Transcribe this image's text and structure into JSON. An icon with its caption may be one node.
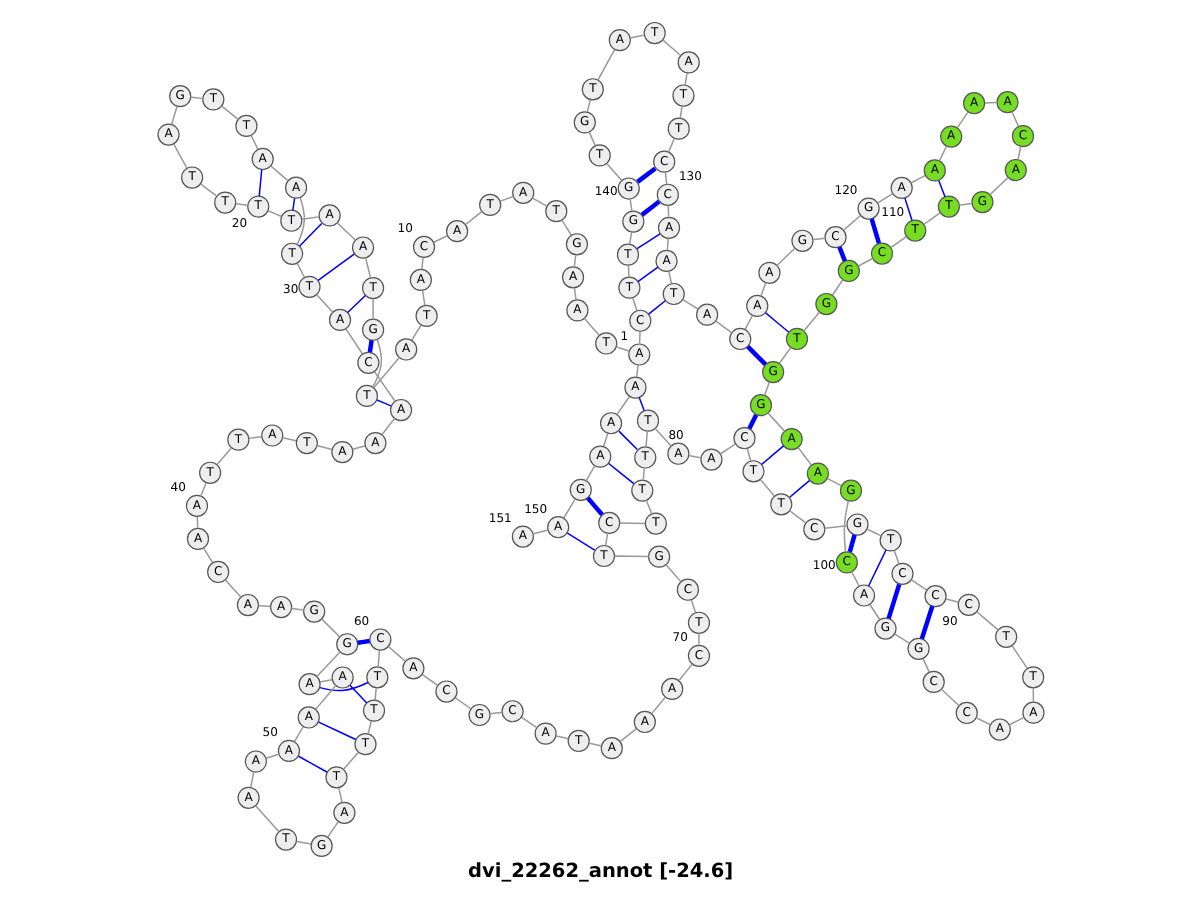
{
  "diagram": {
    "title": "dvi_22262_annot [-24.6]",
    "nodes": [
      {
        "text": [
          "A"
        ],
        "beside": [
          "1"
        ]
      },
      {
        "text": [
          "T"
        ]
      },
      {
        "text": [
          "A"
        ]
      },
      {
        "text": [
          "A"
        ]
      },
      {
        "text": [
          "G"
        ]
      },
      {
        "text": [
          "T"
        ]
      },
      {
        "text": [
          "A"
        ]
      },
      {
        "text": [
          "T"
        ]
      },
      {
        "text": [
          "A"
        ]
      },
      {
        "text": [
          "C"
        ],
        "beside": [
          "10"
        ]
      },
      {
        "text": [
          "A"
        ]
      },
      {
        "text": [
          "T"
        ]
      },
      {
        "text": [
          "A"
        ]
      },
      {
        "text": [
          "T"
        ]
      },
      {
        "text": [
          "G"
        ]
      },
      {
        "text": [
          "T"
        ]
      },
      {
        "text": [
          "A"
        ]
      },
      {
        "text": [
          "A"
        ]
      },
      {
        "text": [
          "T"
        ]
      },
      {
        "text": [
          "T"
        ],
        "beside": [
          "20"
        ]
      },
      {
        "text": [
          "T"
        ]
      },
      {
        "text": [
          "T"
        ]
      },
      {
        "text": [
          "A"
        ]
      },
      {
        "text": [
          "G"
        ]
      },
      {
        "text": [
          "T"
        ]
      },
      {
        "text": [
          "T"
        ]
      },
      {
        "text": [
          "A"
        ]
      },
      {
        "text": [
          "A"
        ]
      },
      {
        "text": [
          "T"
        ]
      },
      {
        "text": [
          "T"
        ],
        "beside": [
          "30"
        ]
      },
      {
        "text": [
          "A"
        ]
      },
      {
        "text": [
          "C"
        ]
      },
      {
        "text": [
          "A"
        ]
      },
      {
        "text": [
          "A"
        ]
      },
      {
        "text": [
          "A"
        ]
      },
      {
        "text": [
          "T"
        ]
      },
      {
        "text": [
          "A"
        ]
      },
      {
        "text": [
          "T"
        ]
      },
      {
        "text": [
          "T"
        ]
      },
      {
        "text": [
          "A"
        ],
        "beside": [
          "40"
        ]
      },
      {
        "text": [
          "A"
        ]
      },
      {
        "text": [
          "C"
        ]
      },
      {
        "text": [
          "A"
        ]
      },
      {
        "text": [
          "A"
        ]
      },
      {
        "text": [
          "G"
        ]
      },
      {
        "text": [
          "G"
        ]
      },
      {
        "text": [
          "A"
        ]
      },
      {
        "text": [
          "A"
        ]
      },
      {
        "text": [
          "A"
        ]
      },
      {
        "text": [
          "A"
        ],
        "beside": [
          "50"
        ]
      },
      {
        "text": [
          "A"
        ]
      },
      {
        "text": [
          "A"
        ]
      },
      {
        "text": [
          "T"
        ]
      },
      {
        "text": [
          "G"
        ]
      },
      {
        "text": [
          "A"
        ]
      },
      {
        "text": [
          "T"
        ]
      },
      {
        "text": [
          "T"
        ]
      },
      {
        "text": [
          "T"
        ]
      },
      {
        "text": [
          "T"
        ]
      },
      {
        "text": [
          "C"
        ],
        "beside": [
          "60"
        ]
      },
      {
        "text": [
          "A"
        ]
      },
      {
        "text": [
          "C"
        ]
      },
      {
        "text": [
          "G"
        ]
      },
      {
        "text": [
          "C"
        ]
      },
      {
        "text": [
          "A"
        ]
      },
      {
        "text": [
          "T"
        ]
      },
      {
        "text": [
          "A"
        ]
      },
      {
        "text": [
          "A"
        ]
      },
      {
        "text": [
          "A"
        ]
      },
      {
        "text": [
          "C"
        ],
        "beside": [
          "70"
        ]
      },
      {
        "text": [
          "T"
        ]
      },
      {
        "text": [
          "C"
        ]
      },
      {
        "text": [
          "G"
        ]
      },
      {
        "text": [
          "T"
        ]
      },
      {
        "text": [
          "C"
        ]
      },
      {
        "text": [
          "T"
        ]
      },
      {
        "text": [
          "T"
        ]
      },
      {
        "text": [
          "T"
        ]
      },
      {
        "text": [
          "T"
        ]
      },
      {
        "text": [
          "A"
        ],
        "beside": [
          "80"
        ]
      },
      {
        "text": [
          "A"
        ]
      },
      {
        "text": [
          "C"
        ]
      },
      {
        "text": [
          "T"
        ]
      },
      {
        "text": [
          "T"
        ]
      },
      {
        "text": [
          "C"
        ]
      },
      {
        "text": [
          "G"
        ]
      },
      {
        "text": [
          "T"
        ]
      },
      {
        "text": [
          "C"
        ]
      },
      {
        "text": [
          "C"
        ]
      },
      {
        "text": [
          "C"
        ],
        "beside": [
          "90"
        ]
      },
      {
        "text": [
          "T"
        ]
      },
      {
        "text": [
          "T"
        ]
      },
      {
        "text": [
          "A"
        ]
      },
      {
        "text": [
          "A"
        ]
      },
      {
        "text": [
          "C"
        ]
      },
      {
        "text": [
          "C"
        ]
      },
      {
        "text": [
          "G"
        ]
      },
      {
        "text": [
          "G"
        ]
      },
      {
        "text": [
          "A"
        ]
      },
      {
        "text": [
          "C"
        ],
        "beside": [
          "100"
        ]
      },
      {
        "text": [
          "G"
        ]
      },
      {
        "text": [
          "A"
        ]
      },
      {
        "text": [
          "A"
        ]
      },
      {
        "text": [
          "G"
        ]
      },
      {
        "text": [
          "G"
        ]
      },
      {
        "text": [
          "T"
        ]
      },
      {
        "text": [
          "G"
        ]
      },
      {
        "text": [
          "G"
        ]
      },
      {
        "text": [
          "C"
        ]
      },
      {
        "text": [
          "T"
        ],
        "beside": [
          "110"
        ]
      },
      {
        "text": [
          "T"
        ]
      },
      {
        "text": [
          "G"
        ]
      },
      {
        "text": [
          "A"
        ]
      },
      {
        "text": [
          "C"
        ]
      },
      {
        "text": [
          "A"
        ]
      },
      {
        "text": [
          "A"
        ]
      },
      {
        "text": [
          "A"
        ]
      },
      {
        "text": [
          "A"
        ]
      },
      {
        "text": [
          "A"
        ]
      },
      {
        "text": [
          "G"
        ],
        "beside": [
          "120"
        ]
      },
      {
        "text": [
          "C"
        ]
      },
      {
        "text": [
          "G"
        ]
      },
      {
        "text": [
          "A"
        ]
      },
      {
        "text": [
          "A"
        ]
      },
      {
        "text": [
          "C"
        ]
      },
      {
        "text": [
          "A"
        ]
      },
      {
        "text": [
          "T"
        ]
      },
      {
        "text": [
          "A"
        ]
      },
      {
        "text": [
          "A"
        ]
      },
      {
        "text": [
          "C"
        ],
        "beside": [
          "130"
        ]
      },
      {
        "text": [
          "C"
        ]
      },
      {
        "text": [
          "T"
        ]
      },
      {
        "text": [
          "T"
        ]
      },
      {
        "text": [
          "A"
        ]
      },
      {
        "text": [
          "T"
        ]
      },
      {
        "text": [
          "A"
        ]
      },
      {
        "text": [
          "T"
        ]
      },
      {
        "text": [
          "G"
        ]
      },
      {
        "text": [
          "T"
        ]
      },
      {
        "text": [
          "G"
        ],
        "beside": [
          "140"
        ]
      },
      {
        "text": [
          "G"
        ]
      },
      {
        "text": [
          "T"
        ]
      },
      {
        "text": [
          "T"
        ]
      },
      {
        "text": [
          "C"
        ]
      },
      {
        "text": [
          "A"
        ]
      },
      {
        "text": [
          "A"
        ]
      },
      {
        "text": [
          "A"
        ]
      },
      {
        "text": [
          "G"
        ]
      },
      {
        "text": [
          "A"
        ],
        "beside": [
          "150"
        ]
      },
      {
        "text": [
          "A"
        ],
        "beside": [
          "151"
        ]
      }
    ],
    "edges": [
      {
        "from": 0,
        "to": 1,
        "arrow": "none"
      },
      {
        "from": 1,
        "to": 2,
        "arrow": "none"
      },
      {
        "from": 2,
        "to": 3,
        "arrow": "none"
      },
      {
        "from": 3,
        "to": 4,
        "arrow": "none"
      },
      {
        "from": 4,
        "to": 5,
        "arrow": "none"
      },
      {
        "from": 5,
        "to": 6,
        "arrow": "none"
      },
      {
        "from": 6,
        "to": 7,
        "arrow": "none"
      },
      {
        "from": 7,
        "to": 8,
        "arrow": "none"
      },
      {
        "from": 8,
        "to": 9,
        "arrow": "none"
      },
      {
        "from": 9,
        "to": 10,
        "arrow": "none"
      },
      {
        "from": 10,
        "to": 11,
        "arrow": "none"
      },
      {
        "from": 11,
        "to": 12,
        "arrow": "none"
      },
      {
        "from": 12,
        "to": 13,
        "arrow": "none"
      },
      {
        "from": 13,
        "to": 14,
        "arrow": "none"
      },
      {
        "from": 14,
        "to": 15,
        "arrow": "none"
      },
      {
        "from": 15,
        "to": 16,
        "arrow": "none"
      },
      {
        "from": 16,
        "to": 17,
        "arrow": "none"
      },
      {
        "from": 17,
        "to": 18,
        "arrow": "none"
      },
      {
        "from": 18,
        "to": 19,
        "arrow": "none"
      },
      {
        "from": 19,
        "to": 20,
        "arrow": "none"
      },
      {
        "from": 20,
        "to": 21,
        "arrow": "none"
      },
      {
        "from": 21,
        "to": 22,
        "arrow": "none"
      },
      {
        "from": 22,
        "to": 23,
        "arrow": "none"
      },
      {
        "from": 23,
        "to": 24,
        "arrow": "none"
      },
      {
        "from": 24,
        "to": 25,
        "arrow": "none"
      },
      {
        "from": 25,
        "to": 26,
        "arrow": "none"
      },
      {
        "from": 26,
        "to": 27,
        "arrow": "none"
      },
      {
        "from": 27,
        "to": 28,
        "arrow": "none"
      },
      {
        "from": 28,
        "to": 29,
        "arrow": "none"
      },
      {
        "from": 29,
        "to": 30,
        "arrow": "none"
      },
      {
        "from": 30,
        "to": 31,
        "arrow": "none"
      },
      {
        "from": 31,
        "to": 32,
        "arrow": "none"
      },
      {
        "from": 32,
        "to": 33,
        "arrow": "none"
      },
      {
        "from": 33,
        "to": 34,
        "arrow": "none"
      },
      {
        "from": 34,
        "to": 35,
        "arrow": "none"
      },
      {
        "from": 35,
        "to": 36,
        "arrow": "none"
      },
      {
        "from": 36,
        "to": 37,
        "arrow": "none"
      },
      {
        "from": 37,
        "to": 38,
        "arrow": "none"
      },
      {
        "from": 38,
        "to": 39,
        "arrow": "none"
      },
      {
        "from": 39,
        "to": 40,
        "arrow": "none"
      },
      {
        "from": 40,
        "to": 41,
        "arrow": "none"
      },
      {
        "from": 41,
        "to": 42,
        "arrow": "none"
      },
      {
        "from": 42,
        "to": 43,
        "arrow": "none"
      },
      {
        "from": 43,
        "to": 44,
        "arrow": "none"
      },
      {
        "from": 44,
        "to": 45,
        "arrow": "none"
      },
      {
        "from": 45,
        "to": 46,
        "arrow": "none"
      },
      {
        "from": 46,
        "to": 47,
        "arrow": "none"
      },
      {
        "from": 47,
        "to": 48,
        "arrow": "none"
      },
      {
        "from": 48,
        "to": 49,
        "arrow": "none"
      },
      {
        "from": 49,
        "to": 50,
        "arrow": "none"
      },
      {
        "from": 50,
        "to": 51,
        "arrow": "none"
      },
      {
        "from": 51,
        "to": 52,
        "arrow": "none"
      },
      {
        "from": 52,
        "to": 53,
        "arrow": "none"
      },
      {
        "from": 53,
        "to": 54,
        "arrow": "none"
      },
      {
        "from": 54,
        "to": 55,
        "arrow": "none"
      },
      {
        "from": 55,
        "to": 56,
        "arrow": "none"
      },
      {
        "from": 56,
        "to": 57,
        "arrow": "none"
      },
      {
        "from": 57,
        "to": 58,
        "arrow": "none"
      },
      {
        "from": 58,
        "to": 59,
        "arrow": "none"
      },
      {
        "from": 59,
        "to": 60,
        "arrow": "none"
      },
      {
        "from": 60,
        "to": 61,
        "arrow": "none"
      },
      {
        "from": 61,
        "to": 62,
        "arrow": "none"
      },
      {
        "from": 62,
        "to": 63,
        "arrow": "none"
      },
      {
        "from": 63,
        "to": 64,
        "arrow": "none"
      },
      {
        "from": 64,
        "to": 65,
        "arrow": "none"
      },
      {
        "from": 65,
        "to": 66,
        "arrow": "none"
      },
      {
        "from": 66,
        "to": 67,
        "arrow": "none"
      },
      {
        "from": 67,
        "to": 68,
        "arrow": "none"
      },
      {
        "from": 68,
        "to": 69,
        "arrow": "none"
      },
      {
        "from": 69,
        "to": 70,
        "arrow": "none"
      },
      {
        "from": 70,
        "to": 71,
        "arrow": "none"
      },
      {
        "from": 71,
        "to": 72,
        "arrow": "none"
      },
      {
        "from": 72,
        "to": 73,
        "arrow": "none"
      },
      {
        "from": 73,
        "to": 74,
        "arrow": "none"
      },
      {
        "from": 74,
        "to": 75,
        "arrow": "none"
      },
      {
        "from": 75,
        "to": 76,
        "arrow": "none"
      },
      {
        "from": 76,
        "to": 77,
        "arrow": "none"
      },
      {
        "from": 77,
        "to": 78,
        "arrow": "none"
      },
      {
        "from": 78,
        "to": 79,
        "arrow": "none"
      },
      {
        "from": 79,
        "to": 80,
        "arrow": "none"
      },
      {
        "from": 80,
        "to": 81,
        "arrow": "none"
      },
      {
        "from": 81,
        "to": 82,
        "arrow": "none"
      },
      {
        "from": 82,
        "to": 83,
        "arrow": "none"
      },
      {
        "from": 83,
        "to": 84,
        "arrow": "none"
      },
      {
        "from": 84,
        "to": 85,
        "arrow": "none"
      },
      {
        "from": 85,
        "to": 86,
        "arrow": "none"
      },
      {
        "from": 86,
        "to": 87,
        "arrow": "none"
      },
      {
        "from": 87,
        "to": 88,
        "arrow": "none"
      },
      {
        "from": 88,
        "to": 89,
        "arrow": "none"
      },
      {
        "from": 89,
        "to": 90,
        "arrow": "none"
      },
      {
        "from": 90,
        "to": 91,
        "arrow": "none"
      },
      {
        "from": 91,
        "to": 92,
        "arrow": "none"
      },
      {
        "from": 92,
        "to": 93,
        "arrow": "none"
      },
      {
        "from": 93,
        "to": 94,
        "arrow": "none"
      },
      {
        "from": 94,
        "to": 95,
        "arrow": "none"
      },
      {
        "from": 95,
        "to": 96,
        "arrow": "none"
      },
      {
        "from": 96,
        "to": 97,
        "arrow": "none"
      },
      {
        "from": 97,
        "to": 98,
        "arrow": "none"
      },
      {
        "from": 98,
        "to": 99,
        "arrow": "none"
      },
      {
        "from": 99,
        "to": 100,
        "arrow": "none"
      },
      {
        "from": 100,
        "to": 101,
        "arrow": "none"
      },
      {
        "from": 101,
        "to": 102,
        "arrow": "none"
      },
      {
        "from": 102,
        "to": 103,
        "arrow": "none"
      },
      {
        "from": 103,
        "to": 104,
        "arrow": "none"
      },
      {
        "from": 104,
        "to": 105,
        "arrow": "none"
      },
      {
        "from": 105,
        "to": 106,
        "arrow": "none"
      },
      {
        "from": 106,
        "to": 107,
        "arrow": "none"
      },
      {
        "from": 107,
        "to": 108,
        "arrow": "none"
      },
      {
        "from": 108,
        "to": 109,
        "arrow": "none"
      },
      {
        "from": 109,
        "to": 110,
        "arrow": "none"
      },
      {
        "from": 110,
        "to": 111,
        "arrow": "none"
      },
      {
        "from": 111,
        "to": 112,
        "arrow": "none"
      },
      {
        "from": 112,
        "to": 113,
        "arrow": "none"
      },
      {
        "from": 113,
        "to": 114,
        "arrow": "none"
      },
      {
        "from": 114,
        "to": 115,
        "arrow": "none"
      },
      {
        "from": 115,
        "to": 116,
        "arrow": "none"
      },
      {
        "from": 116,
        "to": 117,
        "arrow": "none"
      },
      {
        "from": 117,
        "to": 118,
        "arrow": "none"
      },
      {
        "from": 118,
        "to": 119,
        "arrow": "none"
      },
      {
        "from": 119,
        "to": 120,
        "arrow": "none"
      },
      {
        "from": 120,
        "to": 121,
        "arrow": "none"
      },
      {
        "from": 121,
        "to": 122,
        "arrow": "none"
      },
      {
        "from": 122,
        "to": 123,
        "arrow": "none"
      },
      {
        "from": 123,
        "to": 124,
        "arrow": "none"
      },
      {
        "from": 124,
        "to": 125,
        "arrow": "none"
      },
      {
        "from": 125,
        "to": 126,
        "arrow": "none"
      },
      {
        "from": 126,
        "to": 127,
        "arrow": "none"
      },
      {
        "from": 127,
        "to": 128,
        "arrow": "none"
      },
      {
        "from": 128,
        "to": 129,
        "arrow": "none"
      },
      {
        "from": 129,
        "to": 130,
        "arrow": "none"
      },
      {
        "from": 130,
        "to": 131,
        "arrow": "none"
      },
      {
        "from": 131,
        "to": 132,
        "arrow": "none"
      },
      {
        "from": 132,
        "to": 133,
        "arrow": "none"
      },
      {
        "from": 133,
        "to": 134,
        "arrow": "none"
      },
      {
        "from": 134,
        "to": 135,
        "arrow": "none"
      },
      {
        "from": 135,
        "to": 136,
        "arrow": "none"
      },
      {
        "from": 136,
        "to": 137,
        "arrow": "none"
      },
      {
        "from": 137,
        "to": 138,
        "arrow": "none"
      },
      {
        "from": 138,
        "to": 139,
        "arrow": "none"
      },
      {
        "from": 139,
        "to": 140,
        "arrow": "none"
      },
      {
        "from": 140,
        "to": 141,
        "arrow": "none"
      },
      {
        "from": 141,
        "to": 142,
        "arrow": "none"
      },
      {
        "from": 142,
        "to": 143,
        "arrow": "none"
      },
      {
        "from": 143,
        "to": 0,
        "arrow": "none"
      },
      {
        "from": 0,
        "to": 144,
        "arrow": "none"
      },
      {
        "from": 144,
        "to": 145,
        "arrow": "none"
      },
      {
        "from": 145,
        "to": 146,
        "arrow": "none"
      },
      {
        "from": 146,
        "to": 147,
        "arrow": "none"
      },
      {
        "from": 147,
        "to": 148,
        "arrow": "none"
      },
      {
        "from": 148,
        "to": 149,
        "arrow": "none"
      },
      {
        "from": 13,
        "to": 32,
        "arrow": "none",
        "color": "#0000ff"
      },
      {
        "from": 14,
        "to": 31,
        "arrow": "none",
        "color": "#0000ff",
        "style": "thick"
      },
      {
        "from": 15,
        "to": 30,
        "arrow": "none",
        "color": "#0000ff"
      },
      {
        "from": 16,
        "to": 29,
        "arrow": "none",
        "color": "#0000ff"
      },
      {
        "from": 17,
        "to": 28,
        "arrow": "none",
        "color": "#0000ff"
      },
      {
        "from": 18,
        "to": 27,
        "arrow": "none",
        "color": "#0000ff"
      },
      {
        "from": 19,
        "to": 26,
        "arrow": "none",
        "color": "#0000ff"
      },
      {
        "from": 45,
        "to": 59,
        "arrow": "none",
        "color": "#0000ff",
        "style": "thick"
      },
      {
        "from": 46,
        "to": 58,
        "arrow": "none",
        "color": "#0000ff"
      },
      {
        "from": 47,
        "to": 57,
        "arrow": "none",
        "color": "#0000ff"
      },
      {
        "from": 48,
        "to": 56,
        "arrow": "none",
        "color": "#0000ff"
      },
      {
        "from": 49,
        "to": 55,
        "arrow": "none",
        "color": "#0000ff"
      },
      {
        "from": 73,
        "to": 148,
        "arrow": "none",
        "color": "#0000ff"
      },
      {
        "from": 74,
        "to": 147,
        "arrow": "none",
        "color": "#0000ff",
        "style": "thick"
      },
      {
        "from": 76,
        "to": 146,
        "arrow": "none",
        "color": "#0000ff"
      },
      {
        "from": 77,
        "to": 145,
        "arrow": "none",
        "color": "#0000ff"
      },
      {
        "from": 78,
        "to": 144,
        "arrow": "none",
        "color": "#0000ff"
      },
      {
        "from": 81,
        "to": 103,
        "arrow": "none",
        "color": "#0000ff",
        "style": "thick"
      },
      {
        "from": 82,
        "to": 102,
        "arrow": "none",
        "color": "#0000ff"
      },
      {
        "from": 83,
        "to": 101,
        "arrow": "none",
        "color": "#0000ff"
      },
      {
        "from": 85,
        "to": 99,
        "arrow": "none",
        "color": "#0000ff",
        "style": "thick"
      },
      {
        "from": 86,
        "to": 98,
        "arrow": "none",
        "color": "#0000ff"
      },
      {
        "from": 87,
        "to": 97,
        "arrow": "none",
        "color": "#0000ff",
        "style": "thick"
      },
      {
        "from": 88,
        "to": 96,
        "arrow": "none",
        "color": "#0000ff",
        "style": "thick"
      },
      {
        "from": 104,
        "to": 124,
        "arrow": "none",
        "color": "#0000ff",
        "style": "thick"
      },
      {
        "from": 105,
        "to": 123,
        "arrow": "none",
        "color": "#0000ff"
      },
      {
        "from": 107,
        "to": 120,
        "arrow": "none",
        "color": "#0000ff",
        "style": "thick"
      },
      {
        "from": 108,
        "to": 119,
        "arrow": "none",
        "color": "#0000ff",
        "style": "thick"
      },
      {
        "from": 109,
        "to": 118,
        "arrow": "none",
        "color": "#0000ff"
      },
      {
        "from": 110,
        "to": 117,
        "arrow": "none",
        "color": "#0000ff"
      },
      {
        "from": 126,
        "to": 143,
        "arrow": "none",
        "color": "#0000ff"
      },
      {
        "from": 127,
        "to": 142,
        "arrow": "none",
        "color": "#0000ff"
      },
      {
        "from": 128,
        "to": 141,
        "arrow": "none",
        "color": "#0000ff"
      },
      {
        "from": 129,
        "to": 140,
        "arrow": "none",
        "color": "#0000ff",
        "style": "thick"
      },
      {
        "from": 130,
        "to": 139,
        "arrow": "none",
        "color": "#0000ff",
        "style": "thick"
      }
    ]
  }
}
